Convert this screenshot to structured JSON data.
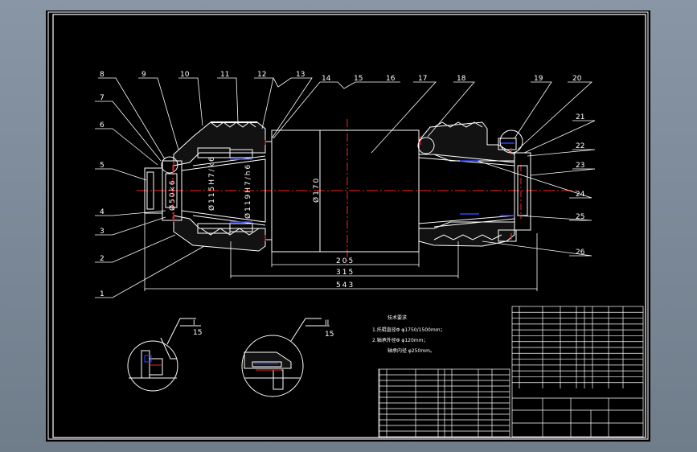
{
  "colors": {
    "background": "#000000",
    "line": "#ffffff",
    "centerline": "#ff2020",
    "seal": "#3040ff",
    "frame_outer": "#7d8b99"
  },
  "callouts": [
    "1",
    "2",
    "3",
    "4",
    "5",
    "6",
    "7",
    "8",
    "9",
    "10",
    "11",
    "12",
    "13",
    "14",
    "15",
    "16",
    "17",
    "18",
    "19",
    "20",
    "21",
    "22",
    "23",
    "24",
    "25",
    "26"
  ],
  "dimensions": {
    "d_small": "Ø50k6",
    "d_bearing_left": "Ø115H7/k6",
    "d_bearing_right": "Ø119H7/h6",
    "d_drum": "Ø170",
    "len_drum": "205",
    "len_mid": "315",
    "len_total": "543"
  },
  "details": [
    {
      "title": "I",
      "scale": "15"
    },
    {
      "title": "II",
      "scale": "15"
    }
  ],
  "tech_requirements": {
    "heading": "技术要求",
    "lines": [
      "1.托辊直径Φ φ1750/1500mm；",
      "2.轴承外径Φ φ120mm；",
      "轴承内径 φ250mm。"
    ]
  }
}
